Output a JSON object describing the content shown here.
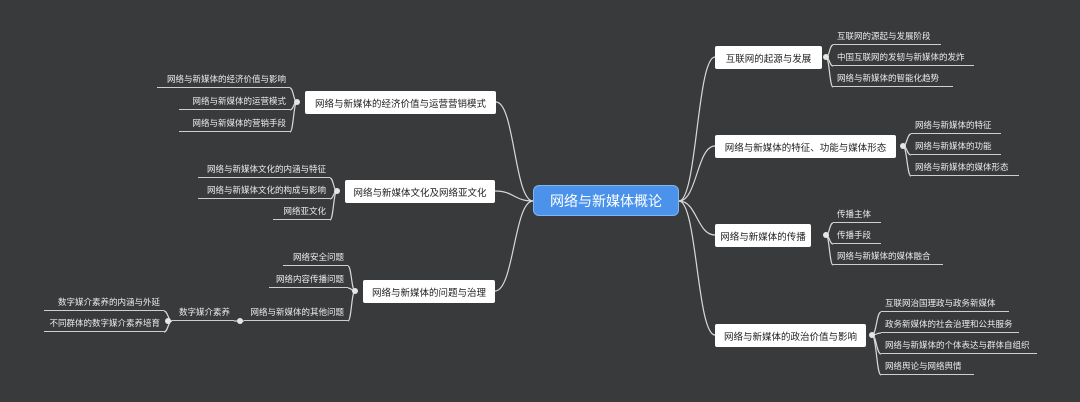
{
  "root": "网络与新媒体概论",
  "right": [
    {
      "label": "互联网的起源与发展",
      "children": [
        "互联网的源起与发展阶段",
        "中国互联网的发轫与新媒体的发炸",
        "网络与新媒体的智能化趋势"
      ]
    },
    {
      "label": "网络与新媒体的特征、功能与媒体形态",
      "children": [
        "网络与新媒体的特征",
        "网络与新媒体的功能",
        "网络与新媒体的媒体形态"
      ]
    },
    {
      "label": "网络与新媒体的传播",
      "children": [
        "传播主体",
        "传播手段",
        "网络与新媒体的媒体融合"
      ]
    },
    {
      "label": "网络与新媒体的政治价值与影响",
      "children": [
        "互联网治国理政与政务新媒体",
        "政务新媒体的社会治理和公共服务",
        "网络与新媒体的个体表达与群体自组织",
        "网络舆论与网络舆情"
      ]
    }
  ],
  "left": [
    {
      "label": "网络与新媒体的经济价值与运营营销模式",
      "children": [
        "网络与新媒体的经济价值与影响",
        "网络与新媒体的运营模式",
        "网络与新媒体的营销手段"
      ]
    },
    {
      "label": "网络与新媒体文化及网络亚文化",
      "children": [
        "网络与新媒体文化的内涵与特征",
        "网络与新媒体文化的构成与影响",
        "网络亚文化"
      ]
    },
    {
      "label": "网络与新媒体的问题与治理",
      "children": [
        "网络安全问题",
        "网络内容传播问题",
        "网络与新媒体的其他问题"
      ]
    }
  ],
  "sub": {
    "label": "数字媒介素养",
    "children": [
      "数字媒介素养的内涵与外延",
      "不同群体的数字媒介素养培育"
    ]
  }
}
